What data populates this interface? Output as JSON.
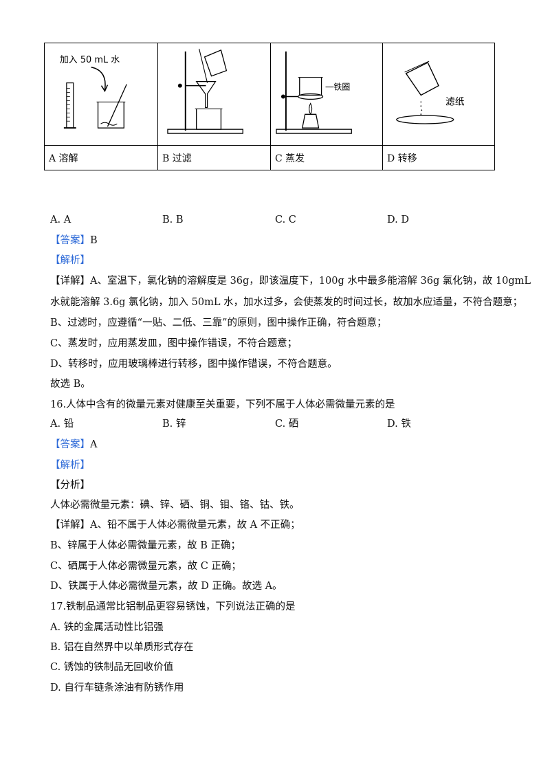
{
  "figure": {
    "panel_a": {
      "label": "加入 50 mL 水",
      "caption": "A 溶解"
    },
    "panel_b": {
      "caption": "B 过滤"
    },
    "panel_c": {
      "label": "铁圈",
      "caption": "C 蒸发"
    },
    "panel_d": {
      "label": "滤纸",
      "caption": "D 转移"
    }
  },
  "q15": {
    "options": [
      "A. A",
      "B. B",
      "C. C",
      "D. D"
    ],
    "answer_tag": "【答案】",
    "answer": "B",
    "analysis_tag": "【解析】",
    "detail_tag": "【详解】",
    "detail_1": "A、室温下，氯化钠的溶解度是 36g，即该温度下，100g 水中最多能溶解 36g 氯化钠，故 10gmL",
    "detail_2": "水就能溶解 3.6g 氯化钠，加入 50mL 水，加水过多，会使蒸发的时间过长，故加水应适量，不符合题意；",
    "detail_3": "B、过滤时，应遵循“一贴、二低、三靠”的原则，图中操作正确，符合题意；",
    "detail_4": "C、蒸发时，应用蒸发皿，图中操作错误，不符合题意；",
    "detail_5": "D、转移时，应用玻璃棒进行转移，图中操作错误，不符合题意。",
    "conclusion": "故选 B。"
  },
  "q16": {
    "stem": "16.人体中含有的微量元素对健康至关重要，下列不属于人体必需微量元素的是",
    "options": [
      "A. 铅",
      "B. 锌",
      "C. 硒",
      "D. 铁"
    ],
    "answer_tag": "【答案】",
    "answer": "A",
    "analysis_tag": "【解析】",
    "analysis_sub_tag": "【分析】",
    "analysis_text": "人体必需微量元素：碘、锌、硒、铜、钼、铬、钴、铁。",
    "detail_tag": "【详解】",
    "detail_1": "A、铅不属于人体必需微量元素，故 A 不正确；",
    "detail_2": "B、锌属于人体必需微量元素，故 B 正确；",
    "detail_3": "C、硒属于人体必需微量元素，故 C 正确；",
    "detail_4": "D、铁属于人体必需微量元素，故 D 正确。故选 A。"
  },
  "q17": {
    "stem": "17.铁制品通常比铝制品更容易锈蚀，下列说法正确的是",
    "options": [
      "A. 铁的金属活动性比铝强",
      "B. 铝在自然界中以单质形式存在",
      "C. 锈蚀的铁制品无回收价值",
      "D. 自行车链条涂油有防锈作用"
    ]
  }
}
